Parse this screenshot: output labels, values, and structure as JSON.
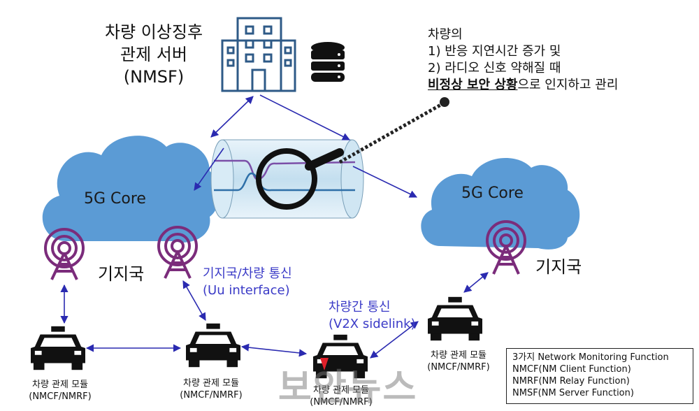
{
  "server": {
    "title_line1": "차량 이상징후",
    "title_line2": "관제 서버",
    "title_line3": "(NMSF)"
  },
  "note": {
    "line1": "차량의",
    "line2": "1) 반응 지연시간 증가 및",
    "line3": "2) 라디오 신호 약해질 때",
    "line4_emph": "비정상 보안 상황",
    "line4_rest": "으로 인지하고 관리"
  },
  "core_left": "5G Core",
  "core_right": "5G Core",
  "base_station_left": "기지국",
  "base_station_right": "기지국",
  "uu": {
    "line1": "기지국/차량 통신",
    "line2": "(Uu interface)"
  },
  "v2x": {
    "line1": "차량간 통신",
    "line2": "(V2X sidelink)"
  },
  "cars": [
    {
      "label": "차량 관제 모듈",
      "sub": "(NMCF/NMRF)"
    },
    {
      "label": "차량 관제 모듈",
      "sub": "(NMCF/NMRF)"
    },
    {
      "label": "차량 관제 모듈",
      "sub": "(NMCF/NMRF)"
    },
    {
      "label": "차량 관제 모듈",
      "sub": "(NMCF/NMRF)"
    }
  ],
  "legend": {
    "line1": "3가지 Network Monitoring Function",
    "line2": "NMCF(NM Client Function)",
    "line3": "NMRF(NM Relay Function)",
    "line4": "NMSF(NM Server Function)"
  },
  "watermark": "보안뉴스",
  "colors": {
    "cloud": "#5b9bd5",
    "building": "#2e5a87",
    "antenna": "#7b2c7b",
    "arrow": "#2a2ab0",
    "pipe": "#b8d8ec"
  }
}
